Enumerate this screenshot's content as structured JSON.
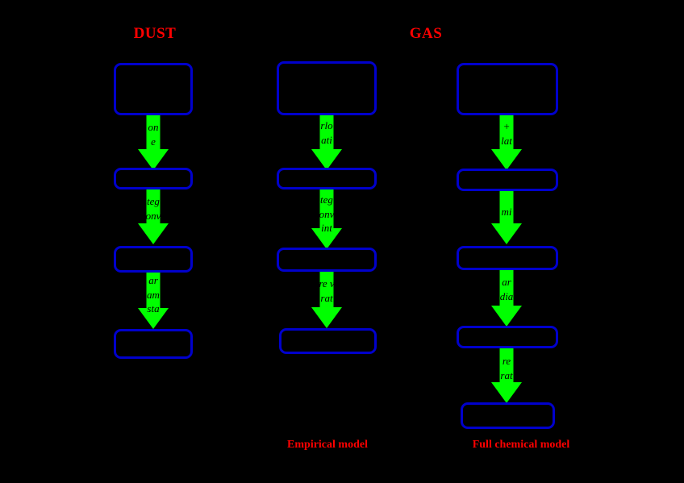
{
  "figure": {
    "background_color": "#000000",
    "box_border_color": "#0000CC",
    "arrow_color": "#00FF00",
    "heading_color": "#FF0000",
    "label_color": "#000000"
  },
  "headings": [
    {
      "id": "dust-heading",
      "text": "DUST"
    },
    {
      "id": "gas-heading",
      "text": "GAS"
    }
  ],
  "captions": [
    {
      "id": "empirical-model-caption",
      "text": "Empirical model"
    },
    {
      "id": "full-chemical-model-caption",
      "text": "Full chemical model"
    }
  ],
  "columns": [
    {
      "id": "dust-column",
      "heading": "DUST",
      "caption": "",
      "boxes": [
        {
          "id": "dust-box-1",
          "text": ""
        },
        {
          "id": "dust-box-2",
          "text": ""
        },
        {
          "id": "dust-box-3",
          "text": ""
        },
        {
          "id": "dust-box-4",
          "text": ""
        }
      ],
      "arrows": [
        {
          "id": "dust-arrow-1",
          "lines": [
            "on",
            "e"
          ]
        },
        {
          "id": "dust-arrow-2",
          "lines": [
            "teg",
            "onv"
          ]
        },
        {
          "id": "dust-arrow-3",
          "lines": [
            "ar",
            "am",
            "sta"
          ]
        }
      ]
    },
    {
      "id": "empirical-column",
      "heading": "",
      "caption": "Empirical model",
      "boxes": [
        {
          "id": "empirical-box-1",
          "text": ""
        },
        {
          "id": "empirical-box-2",
          "text": ""
        },
        {
          "id": "empirical-box-3",
          "text": ""
        },
        {
          "id": "empirical-box-4",
          "text": ""
        }
      ],
      "arrows": [
        {
          "id": "empirical-arrow-1",
          "lines": [
            "rlo",
            "ati"
          ]
        },
        {
          "id": "empirical-arrow-2",
          "lines": [
            "teg",
            "onv",
            "int"
          ]
        },
        {
          "id": "empirical-arrow-3",
          "lines": [
            "re v",
            "rat"
          ]
        }
      ]
    },
    {
      "id": "full-chemical-column",
      "heading": "GAS",
      "caption": "Full chemical model",
      "boxes": [
        {
          "id": "chem-box-1",
          "text": ""
        },
        {
          "id": "chem-box-2",
          "text": ""
        },
        {
          "id": "chem-box-3",
          "text": ""
        },
        {
          "id": "chem-box-4",
          "text": ""
        },
        {
          "id": "chem-box-5",
          "text": ""
        }
      ],
      "arrows": [
        {
          "id": "chem-arrow-1",
          "lines": [
            "+",
            "lat"
          ]
        },
        {
          "id": "chem-arrow-2",
          "lines": [
            "mi"
          ]
        },
        {
          "id": "chem-arrow-3",
          "lines": [
            "ar",
            "dia"
          ]
        },
        {
          "id": "chem-arrow-4",
          "lines": [
            "re",
            "rat"
          ]
        }
      ]
    }
  ]
}
